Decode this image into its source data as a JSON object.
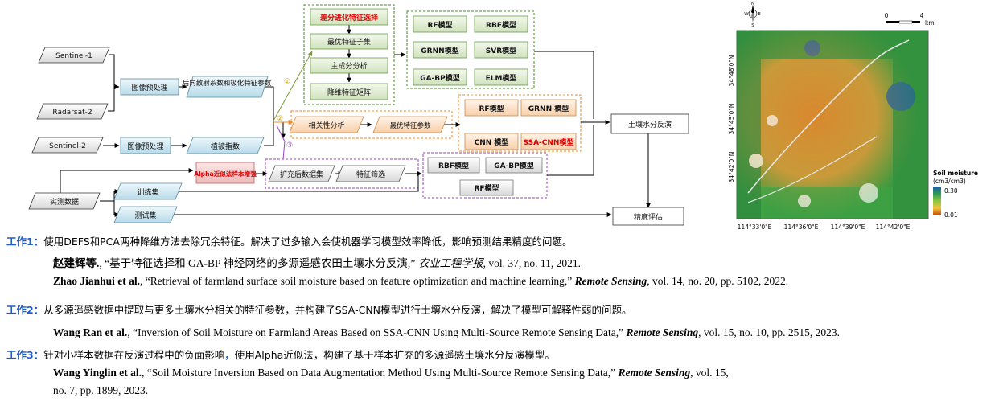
{
  "diagram": {
    "inputs": {
      "s1": "Sentinel-1",
      "radarsat": "Radarsat-2",
      "s2": "Sentinel-2",
      "measured": "实测数据"
    },
    "preprocess": [
      "图像预处理",
      "图像预处理"
    ],
    "features": {
      "backscatter": "后向散射系数和极化特征参数",
      "veg_index": "植被指数"
    },
    "chain": [
      "差分进化特征选择",
      "最优特征子集",
      "主成分分析",
      "降维特征矩阵"
    ],
    "models1": [
      "RF模型",
      "RBF模型",
      "GRNN模型",
      "SVR模型",
      "GA-BP模型",
      "ELM模型"
    ],
    "corr": "相关性分析",
    "opt_params": "最优特征参数",
    "models2": [
      "RF模型",
      "GRNN 模型",
      "CNN 模型",
      "SSA-CNN模型"
    ],
    "alpha": "Alpha近似法样本增强",
    "expanded": "扩充后数据集",
    "feat_select": "特征筛选",
    "models3": [
      "RBF模型",
      "GA-BP模型",
      "RF模型"
    ],
    "train": "训练集",
    "test": "测试集",
    "inversion": "土壤水分反演",
    "evaluation": "精度评估",
    "circle_labels": [
      "①",
      "②",
      "③"
    ]
  },
  "map": {
    "scale_start": "0",
    "scale_end": "4",
    "scale_unit": "km",
    "y_labels": [
      "34°48'0\"N",
      "34°45'0\"N",
      "34°42'0\"N"
    ],
    "x_labels": [
      "114°33'0\"E",
      "114°36'0\"E",
      "114°39'0\"E",
      "114°42'0\"E"
    ],
    "legend_title": "Soil moisture",
    "legend_unit": "(cm3/cm3)",
    "legend_max": "0.30",
    "legend_min": "0.01",
    "compass_n": "N",
    "compass_s": "S",
    "compass_e": "E",
    "compass_w": "W"
  },
  "works": [
    {
      "label": "工作1：",
      "summary": "使用DEFS和PCA两种降维方法去除冗余特征。解决了过多输入会使机器学习模型效率降低，影响预测结果精度的问题。",
      "citations": [
        {
          "authors": "赵建辉等.",
          "title": ", “基于特征选择和 GA-BP 神经网络的多源遥感农田土壤水分反演,” ",
          "journal": "农业工程学报",
          "details": ", vol. 37, no. 11, 2021."
        },
        {
          "authors": "Zhao Jianhui et al.",
          "title": ", “Retrieval of farmland surface soil moisture based on feature optimization and machine learning,” ",
          "journal": "Remote Sensing",
          "details": ", vol. 14, no. 20, pp. 5102, 2022."
        }
      ]
    },
    {
      "label": "工作2：",
      "summary": "从多源遥感数据中提取与更多土壤水分相关的特征参数，并构建了SSA-CNN模型进行土壤水分反演，解决了模型可解释性弱的问题。",
      "citations": [
        {
          "authors": "Wang Ran et al.",
          "title": ", “Inversion of Soil Moisture on Farmland Areas Based on SSA-CNN Using Multi-Source Remote Sensing Data,” ",
          "journal": "Remote Sensing",
          "details": ", vol. 15, no. 10, pp. 2515, 2023."
        }
      ]
    },
    {
      "label": "工作3：",
      "summary_a": "针对小样本数据在反演过程中的负面影响",
      "summary_sep": "，",
      "summary_b": "使用Alpha近似法，构建了基于样本扩充的多源遥感土壤水分反演模型。",
      "citations": [
        {
          "authors": "Wang Yinglin et al.",
          "title": ", “Soil Moisture Inversion Based on Data Augmentation Method Using Multi-Source Remote Sensing Data,” ",
          "journal": "Remote Sensing",
          "details": ", vol. 15,",
          "details2": "no. 7, pp. 1899, 2023."
        }
      ]
    }
  ],
  "colors": {
    "label_blue": "#1f5cc8",
    "green_frame": "#4a8a2a",
    "orange_frame": "#f08a24",
    "purple_frame": "#9a3fc4",
    "box_blue": "#d9ecf5",
    "box_green": "#e4efd8",
    "box_orange": "#fde7d4",
    "box_pink": "#f7d4d4"
  }
}
